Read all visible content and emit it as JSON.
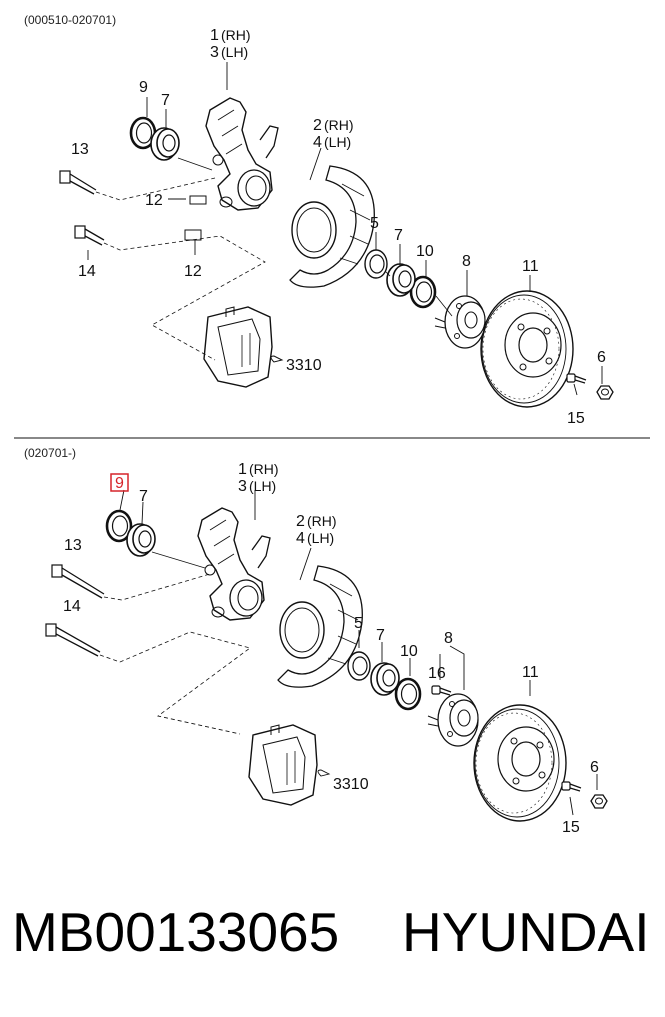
{
  "top_section": {
    "range": "(000510-020701)",
    "labels": {
      "knuckle_a": "1",
      "knuckle_a_side": "(RH)",
      "knuckle_b": "3",
      "knuckle_b_side": "(LH)",
      "cover_a": "2",
      "cover_a_side": "(RH)",
      "cover_b": "4",
      "cover_b_side": "(LH)",
      "p5": "5",
      "p6": "6",
      "p7a": "7",
      "p7b": "7",
      "p8": "8",
      "p9": "9",
      "p10": "10",
      "p11": "11",
      "p12a": "12",
      "p12b": "12",
      "p13": "13",
      "p14": "14",
      "p15": "15",
      "caliper_ref": "3310"
    }
  },
  "bottom_section": {
    "range": "(020701-)",
    "highlight_label": "9",
    "highlight_color": "#d6242a",
    "labels": {
      "knuckle_a": "1",
      "knuckle_a_side": "(RH)",
      "knuckle_b": "3",
      "knuckle_b_side": "(LH)",
      "cover_a": "2",
      "cover_a_side": "(RH)",
      "cover_b": "4",
      "cover_b_side": "(LH)",
      "p5": "5",
      "p6": "6",
      "p7a": "7",
      "p7b": "7",
      "p8": "8",
      "p10": "10",
      "p11": "11",
      "p13": "13",
      "p14": "14",
      "p15": "15",
      "p16": "16",
      "caliper_ref": "3310"
    }
  },
  "footer": {
    "part_number": "MB00133065",
    "brand": "HYUNDAI"
  }
}
